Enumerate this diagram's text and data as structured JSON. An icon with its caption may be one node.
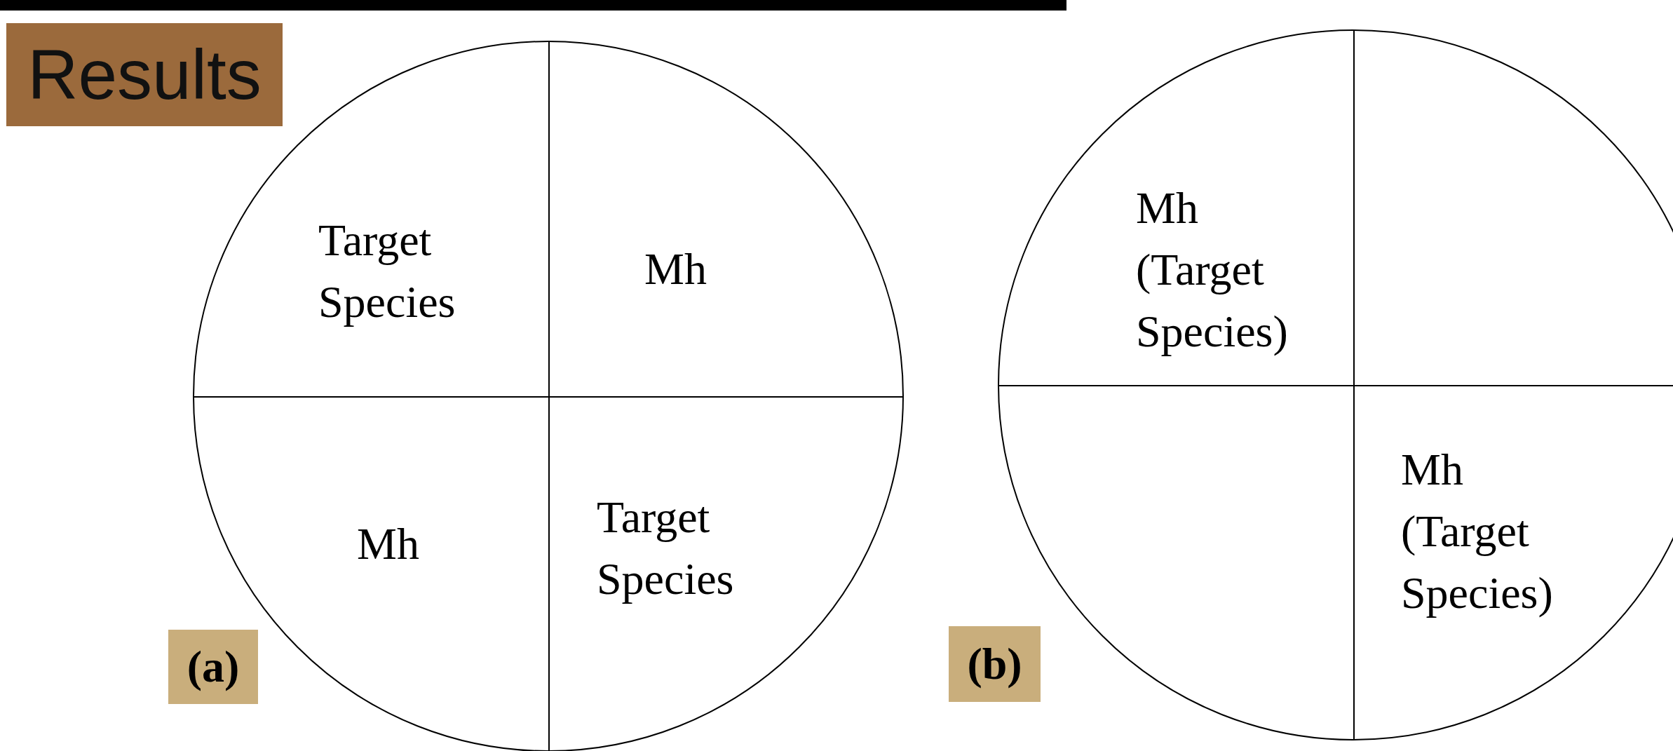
{
  "diagram": {
    "title": "Results",
    "nodes": [
      {
        "text": [],
        "shape": "circle"
      },
      {
        "text": [
          "Target Species"
        ],
        "in": 0
      },
      {
        "text": [
          "Mh"
        ],
        "in": 0
      },
      {
        "text": [
          "Mh"
        ],
        "in": 0
      },
      {
        "text": [
          "Target Species"
        ],
        "in": 0
      },
      {
        "text": [],
        "shape": "circle"
      },
      {
        "text": [
          "Mh (Target Species)"
        ],
        "in": 5
      },
      {
        "text": [],
        "shape": "box",
        "in": 5
      },
      {
        "text": [],
        "shape": "box",
        "in": 5
      },
      {
        "text": [
          "Mh (Target Species)"
        ],
        "in": 5
      }
    ],
    "labels": [
      "(a)",
      "(b)"
    ]
  }
}
